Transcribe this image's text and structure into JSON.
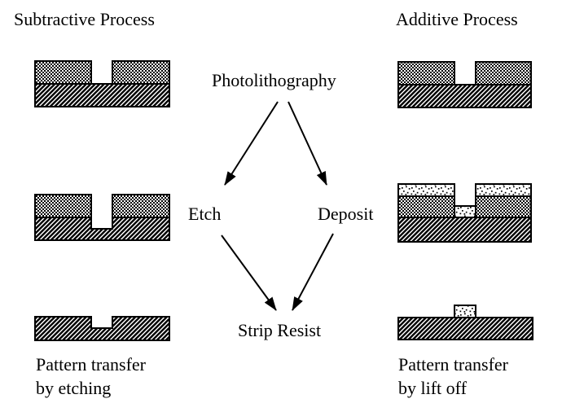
{
  "colors": {
    "ink": "#000000",
    "background": "#ffffff"
  },
  "left_column": {
    "title": "Subtractive Process",
    "caption_line1": "Pattern transfer",
    "caption_line2": "by etching"
  },
  "right_column": {
    "title": "Additive Process",
    "caption_line1": "Pattern transfer",
    "caption_line2": "by lift off"
  },
  "flowchart": {
    "root": "Photolithography",
    "subtractive_step": "Etch",
    "additive_step": "Deposit",
    "final_step": "Strip Resist"
  }
}
